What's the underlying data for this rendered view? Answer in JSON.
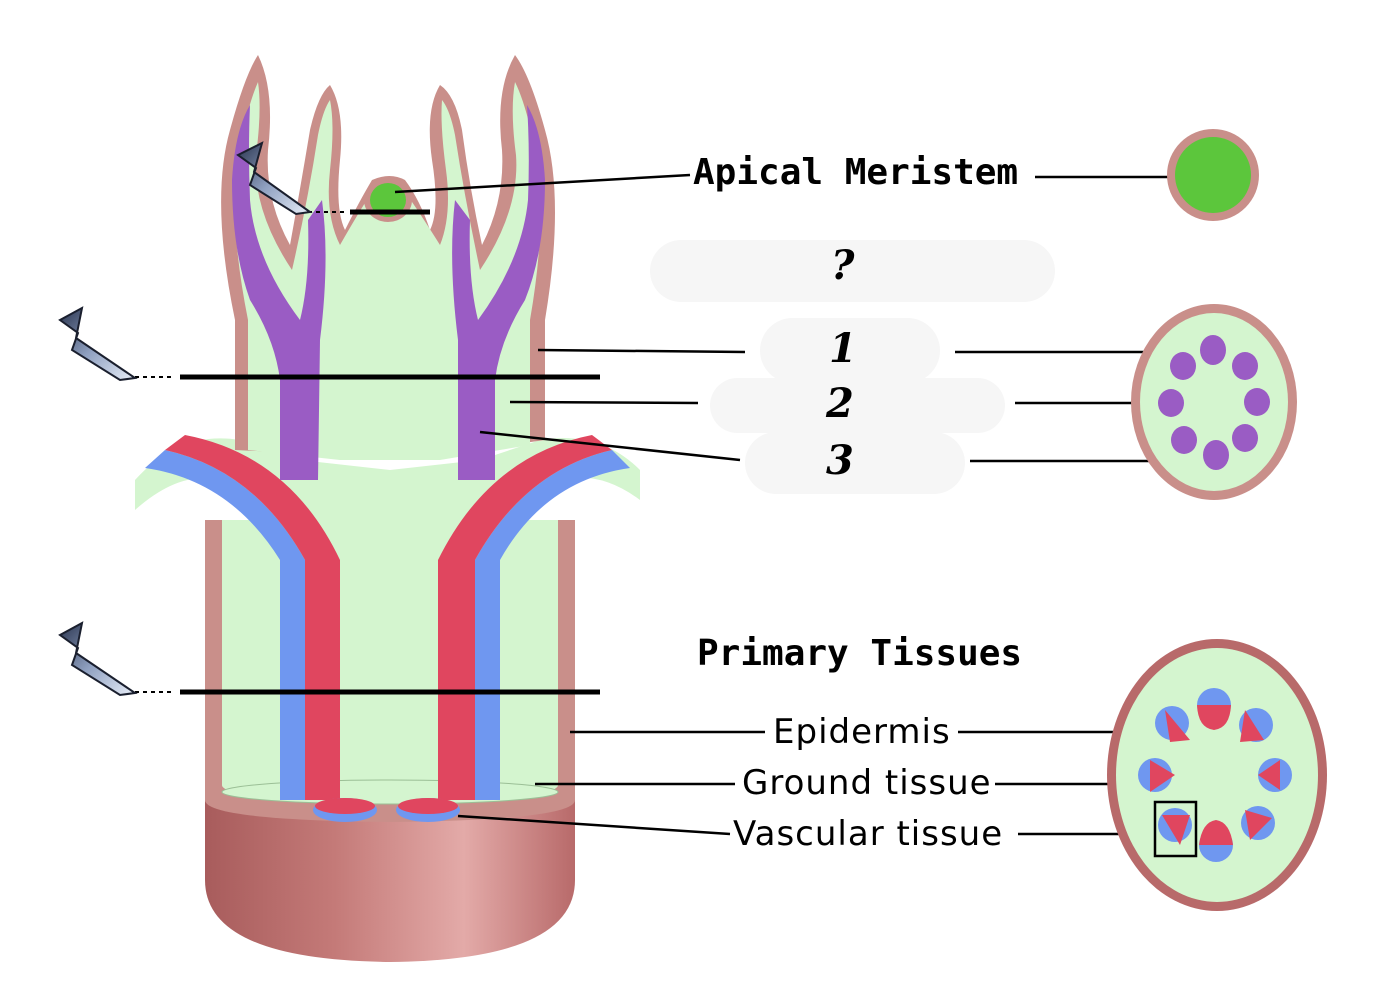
{
  "labels": {
    "apical_meristem": "Apical Meristem",
    "question_mark": "?",
    "number_1": "1",
    "number_2": "2",
    "number_3": "3",
    "primary_tissues": "Primary Tissues",
    "epidermis": "Epidermis",
    "ground_tissue": "Ground tissue",
    "vascular_tissue": "Vascular tissue"
  },
  "colors": {
    "epidermis": "#c98f8a",
    "ground_tissue": "#d4f5cf",
    "apical_meristem": "#5cc63c",
    "procambium": "#9a5cc4",
    "xylem": "#e0465f",
    "phloem": "#6f97f0",
    "stem_base": "#b86a6a"
  }
}
